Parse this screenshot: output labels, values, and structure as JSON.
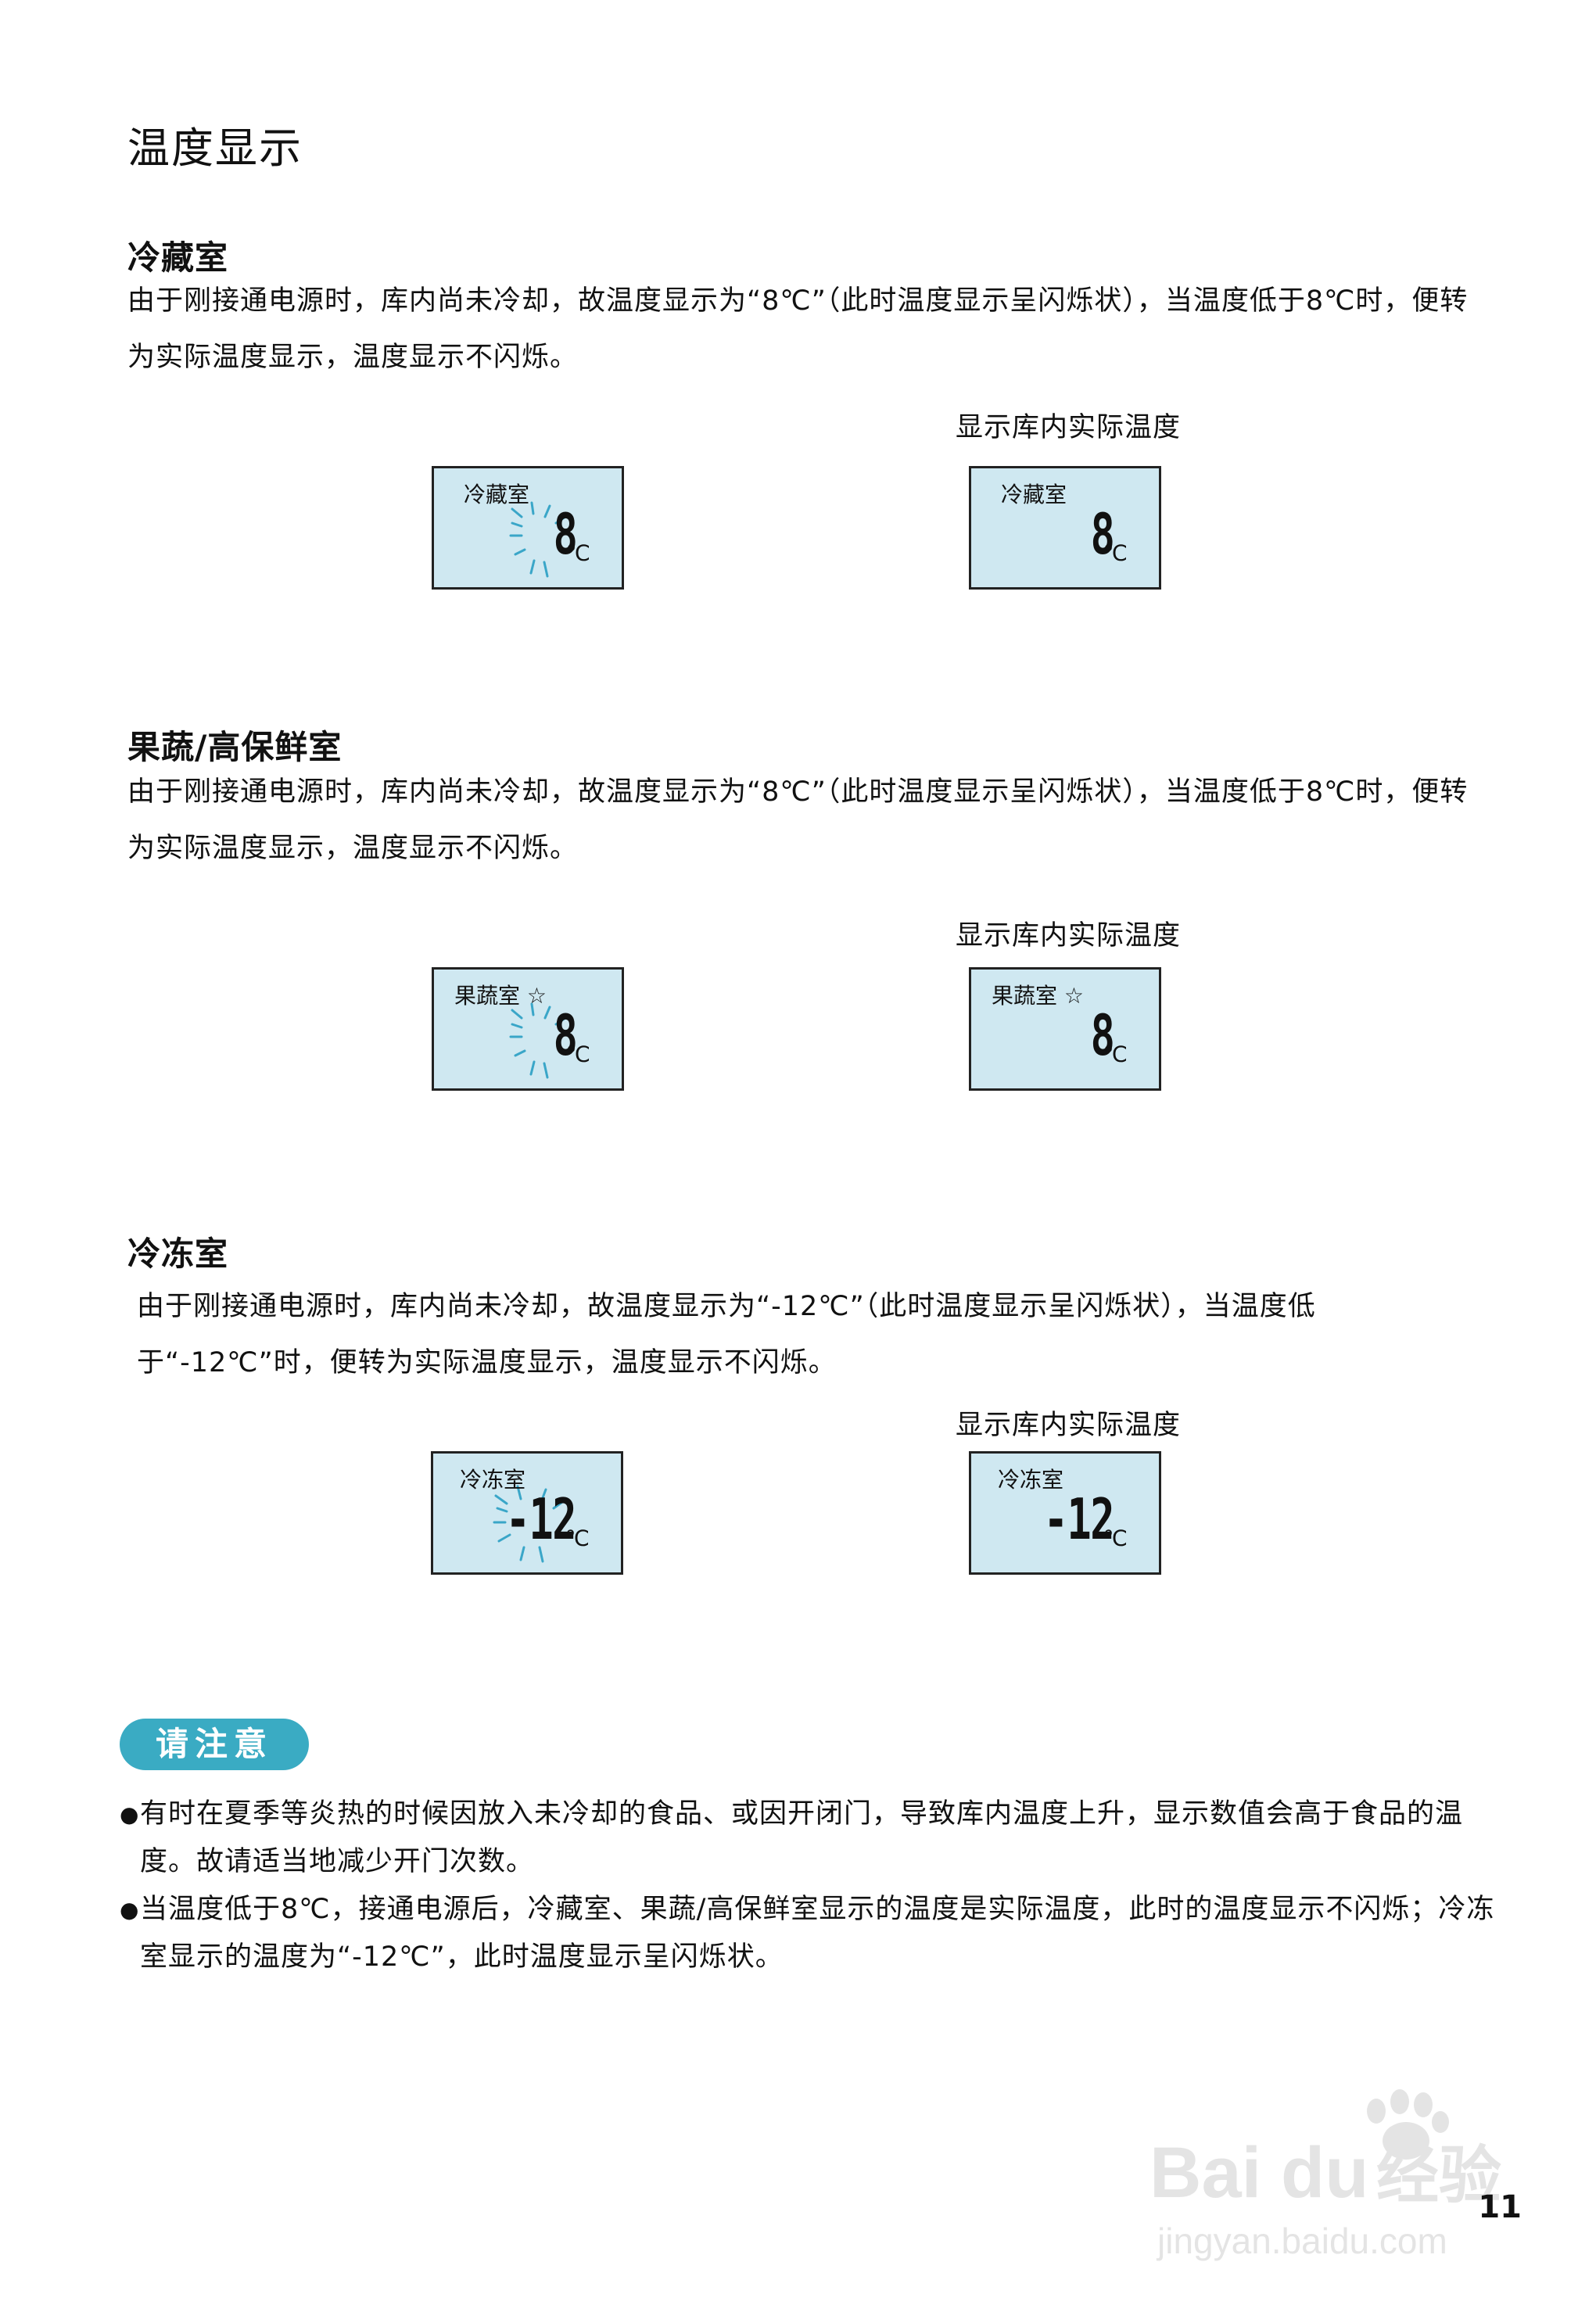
{
  "page_title": "温度显示",
  "sections": [
    {
      "title": "冷藏室",
      "para": "由于刚接通电源时，库内尚未冷却，故温度显示为“8℃”（此时温度显示呈闪烁状），当温度低于8℃时，便转为实际温度显示，温度显示不闪烁。",
      "caption": "显示库内实际温度",
      "left_display": {
        "label": "冷藏室",
        "value": "8",
        "unit": "℃",
        "blinking": true
      },
      "right_display": {
        "label": "冷藏室",
        "value": "8",
        "unit": "℃",
        "blinking": false
      }
    },
    {
      "title": "果蔬/高保鲜室",
      "para": "由于刚接通电源时，库内尚未冷却，故温度显示为“8℃”（此时温度显示呈闪烁状），当温度低于8℃时，便转为实际温度显示，温度显示不闪烁。",
      "caption": "显示库内实际温度",
      "left_display": {
        "label": "果蔬室 ☆",
        "value": "8",
        "unit": "℃",
        "blinking": true
      },
      "right_display": {
        "label": "果蔬室 ☆",
        "value": "8",
        "unit": "℃",
        "blinking": false
      }
    },
    {
      "title": "冷冻室",
      "para": "由于刚接通电源时，库内尚未冷却，故温度显示为“-12℃”（此时温度显示呈闪烁状），当温度低于“-12℃”时，便转为实际温度显示，温度显示不闪烁。",
      "caption": "显示库内实际温度",
      "left_display": {
        "label": "冷冻室",
        "value": "-12",
        "unit": "℃",
        "blinking": true
      },
      "right_display": {
        "label": "冷冻室",
        "value": "-12",
        "unit": "℃",
        "blinking": false
      }
    }
  ],
  "note": {
    "title": "请注意",
    "bullets": [
      "有时在夏季等炎热的时候因放入未冷却的食品、或因开闭门，导致库内温度上升，显示数值会高于食品的温度。故请适当地减少开门次数。",
      "当温度低于8℃，接通电源后，冷藏室、果蔬/高保鲜室显示的温度是实际温度，此时的温度显示不闪烁；冷冻室显示的温度为“-12℃”，此时温度显示呈闪烁状。"
    ]
  },
  "page_number": "11",
  "watermark": {
    "brand": "Baidu经验",
    "url": "jingyan.baidu.com"
  },
  "colors": {
    "lcd_bg": "#cfe8f1",
    "ray": "#3aa6c8",
    "note_pill": "#3aabc3"
  }
}
